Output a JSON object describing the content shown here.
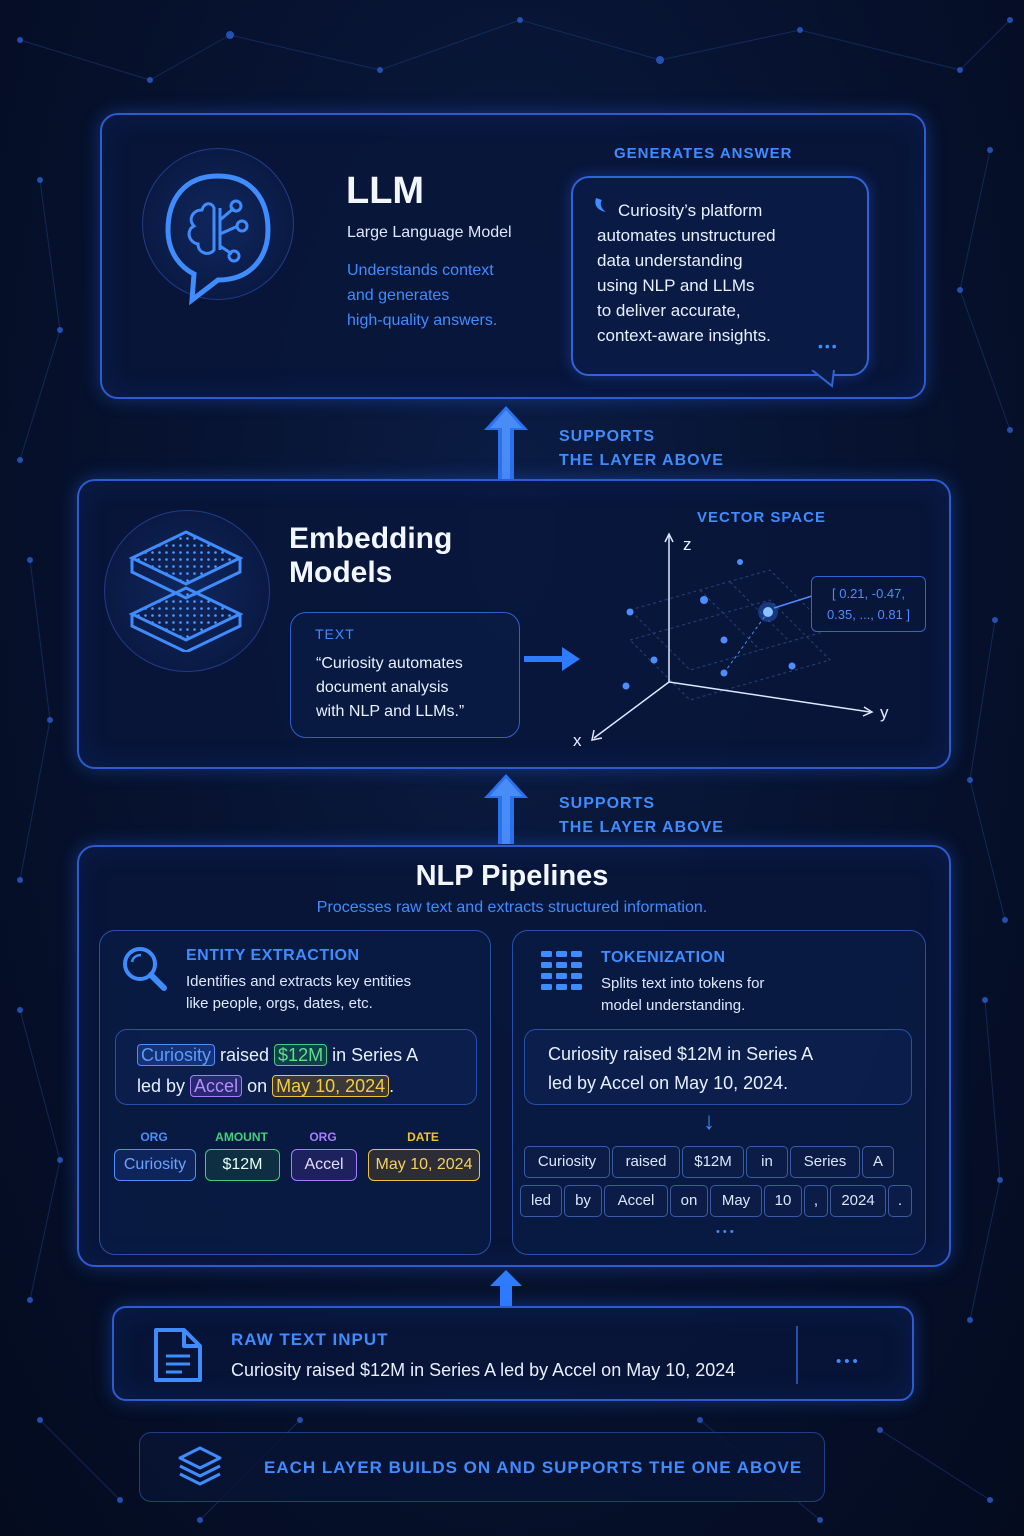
{
  "llm": {
    "title": "LLM",
    "subtitle": "Large Language Model",
    "desc_lines": [
      "Understands context",
      "and generates",
      "high-quality answers."
    ],
    "answer_label": "GENERATES ANSWER",
    "answer_lines": [
      "Curiosity’s platform",
      "automates unstructured",
      "data understanding",
      "using NLP and LLMs",
      "to deliver accurate,",
      "context-aware insights."
    ],
    "answer_ellipsis": "•••"
  },
  "connector1": {
    "line1": "SUPPORTS",
    "line2": "THE LAYER ABOVE"
  },
  "embedding": {
    "title_line1": "Embedding",
    "title_line2": "Models",
    "text_label": "TEXT",
    "text_lines": [
      "“Curiosity automates",
      "document analysis",
      "with NLP and LLMs.”"
    ],
    "vector_label": "VECTOR SPACE",
    "axis_z": "z",
    "axis_y": "y",
    "axis_x": "x",
    "vector_line1": "[ 0.21, -0.47,",
    "vector_line2": "0.35, ..., 0.81 ]"
  },
  "connector2": {
    "line1": "SUPPORTS",
    "line2": "THE LAYER ABOVE"
  },
  "nlp": {
    "title": "NLP Pipelines",
    "subtitle": "Processes raw text and extracts structured information.",
    "entity": {
      "title": "ENTITY EXTRACTION",
      "desc_line1": "Identifies and extracts key entities",
      "desc_line2": "like people, orgs, dates, etc.",
      "sentence": {
        "w1": "Curiosity",
        "w2": " raised ",
        "w3": "$12M",
        "w4": " in Series A",
        "w5": "led by ",
        "w6": "Accel",
        "w7": " on ",
        "w8": "May 10, 2024",
        "w9": "."
      },
      "tags": [
        {
          "cap": "ORG",
          "value": "Curiosity",
          "color": "#4d8dff"
        },
        {
          "cap": "AMOUNT",
          "value": "$12M",
          "color": "#3ed07a"
        },
        {
          "cap": "ORG",
          "value": "Accel",
          "color": "#a77bff"
        },
        {
          "cap": "DATE",
          "value": "May 10, 2024",
          "color": "#f2c230"
        }
      ]
    },
    "tokenization": {
      "title": "TOKENIZATION",
      "desc_line1": "Splits text into tokens for",
      "desc_line2": "model understanding.",
      "sentence_line1": "Curiosity raised $12M in Series A",
      "sentence_line2": "led by Accel on May 10, 2024.",
      "arrow": "↓",
      "tokens_row1": [
        "Curiosity",
        "raised",
        "$12M",
        "in",
        "Series",
        "A"
      ],
      "tokens_row2": [
        "led",
        "by",
        "Accel",
        "on",
        "May",
        "10",
        ",",
        "2024",
        "."
      ],
      "ellipsis": "• • •"
    }
  },
  "raw": {
    "label": "RAW TEXT INPUT",
    "text": "Curiosity raised $12M in Series A led by Accel on May 10, 2024",
    "ellipsis": "•••"
  },
  "footer": {
    "text": "EACH LAYER BUILDS ON AND SUPPORTS THE ONE ABOVE"
  }
}
